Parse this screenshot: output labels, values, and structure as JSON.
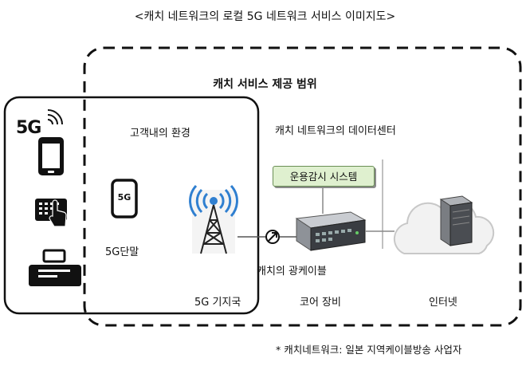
{
  "title": "<캐치 네트워크의 로컬 5G 네트워크 서비스 이미지도>",
  "scope": {
    "title": "캐치 서비스 제공 범위"
  },
  "customer_env": {
    "label": "고객내의 환경",
    "badge": "5G",
    "devices": [
      "smartphone-icon",
      "tablet-touch-icon",
      "fax-machine-icon"
    ]
  },
  "terminal": {
    "label": "5G단말",
    "icon_text": "5G"
  },
  "base_station": {
    "label": "5G 기지국"
  },
  "cable": {
    "label": "캐치의 광케이블"
  },
  "datacenter": {
    "label": "캐치 네트워크의 데이터센터",
    "monitor_system": "운용감시 시스템",
    "core_label": "코어 장비"
  },
  "internet": {
    "label": "인터넷"
  },
  "footnote": "* 캐치네트워크: 일본 지역케이블방송 사업자",
  "colors": {
    "monitor_fill": "#dff0cf",
    "signal_blue": "#2f7fd0"
  }
}
